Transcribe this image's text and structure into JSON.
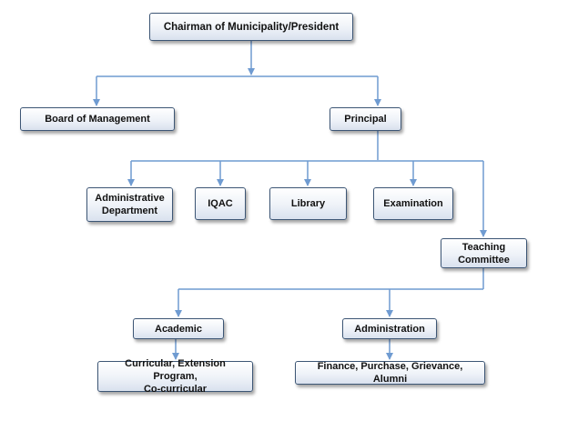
{
  "nodes": {
    "chairman": "Chairman of Municipality/President",
    "board": "Board of Management",
    "principal": "Principal",
    "admin_dept": [
      "Administrative",
      "Department"
    ],
    "iqac": "IQAC",
    "library": "Library",
    "examination": "Examination",
    "teaching": [
      "Teaching",
      "Committee"
    ],
    "academic": "Academic",
    "administration": "Administration",
    "curricular": [
      "Curricular, Extension Program,",
      "Co-curricular"
    ],
    "finance": "Finance, Purchase, Grievance, Alumni"
  },
  "colors": {
    "connector": "#6f9bd1",
    "box_border": "#3d5675",
    "box_fill_top": "#ffffff",
    "box_fill_bottom": "#d9e1ee"
  }
}
